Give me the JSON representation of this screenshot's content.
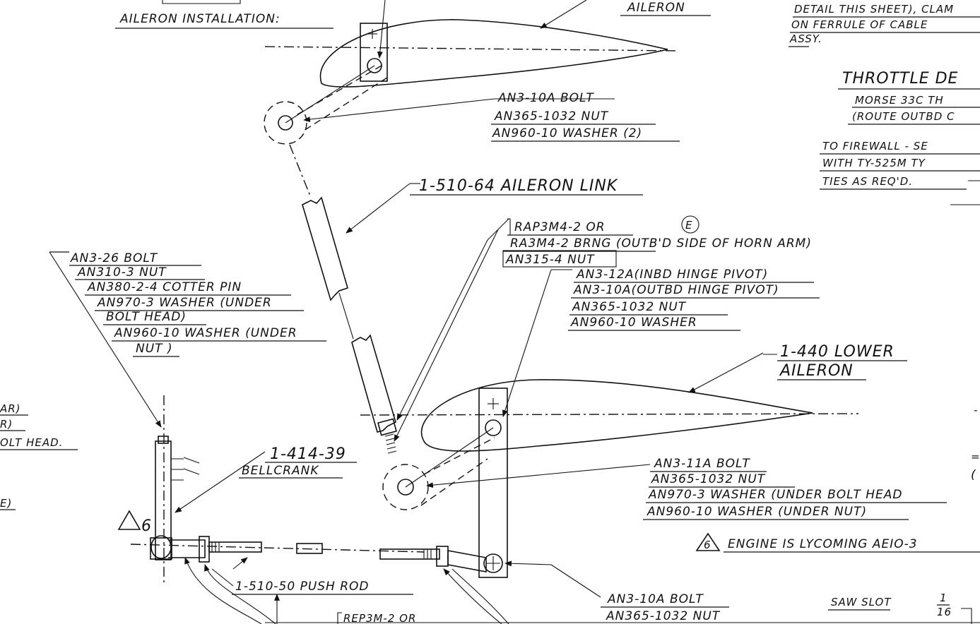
{
  "callouts": {
    "aileron_installation": "AILERON  INSTALLATION:",
    "aileron_top": "AILERON",
    "detail_note": [
      "DETAIL THIS SHEET), CLAM",
      "ON FERRULE OF CABLE",
      "ASSY."
    ],
    "throttle": "THROTTLE  DE",
    "morse": [
      "MORSE  33C  TH",
      "(ROUTE  OUTBD  C"
    ],
    "firewall": [
      "TO  FIREWALL - SE",
      "WITH  TY-525M  TY",
      "TIES  AS  REQ'D."
    ],
    "upper_hinge_hw": [
      "AN3-10A BOLT",
      "AN365-1032  NUT",
      "AN960-10  WASHER (2)"
    ],
    "aileron_link": "1-510-64  AILERON  LINK",
    "revision_mark": "E",
    "bearing": [
      "RAP3M4-2  OR",
      "RA3M4-2  BRNG  (OUTB'D  SIDE  OF  HORN  ARM)",
      "AN315-4  NUT"
    ],
    "hinge_pivot": [
      "AN3-12A(INBD  HINGE  PIVOT)",
      "AN3-10A(OUTBD  HINGE  PIVOT)",
      "AN365-1032  NUT",
      "AN960-10  WASHER"
    ],
    "bellcrank_hw": [
      "AN3-26  BOLT",
      "AN310-3  NUT",
      "AN380-2-4  COTTER  PIN",
      "AN970-3  WASHER (UNDER",
      "BOLT  HEAD)",
      "AN960-10  WASHER (UNDER",
      "NUT )"
    ],
    "lower_aileron": [
      "1-440  LOWER",
      "AILERON"
    ],
    "left_fragments": [
      "AR)",
      "R)",
      "OLT  HEAD.",
      "E)"
    ],
    "bellcrank": [
      "1-414-39",
      "BELLCRANK"
    ],
    "lower_horn_hw": [
      "AN3-11A BOLT",
      "AN365-1032  NUT",
      "AN970-3  WASHER (UNDER  BOLT  HEAD",
      "AN960-10  WASHER (UNDER  NUT)"
    ],
    "flag_note": "6",
    "engine_note": "ENGINE  IS  LYCOMING  AEIO-3",
    "push_rod": "1-510-50  PUSH  ROD",
    "bottom_bearing": "REP3M-2  OR",
    "bottom_hw": [
      "AN3-10A BOLT",
      "AN365-1032  NUT"
    ],
    "saw_slot": "SAW  SLOT",
    "saw_slot_frac": [
      "1",
      "16"
    ]
  }
}
